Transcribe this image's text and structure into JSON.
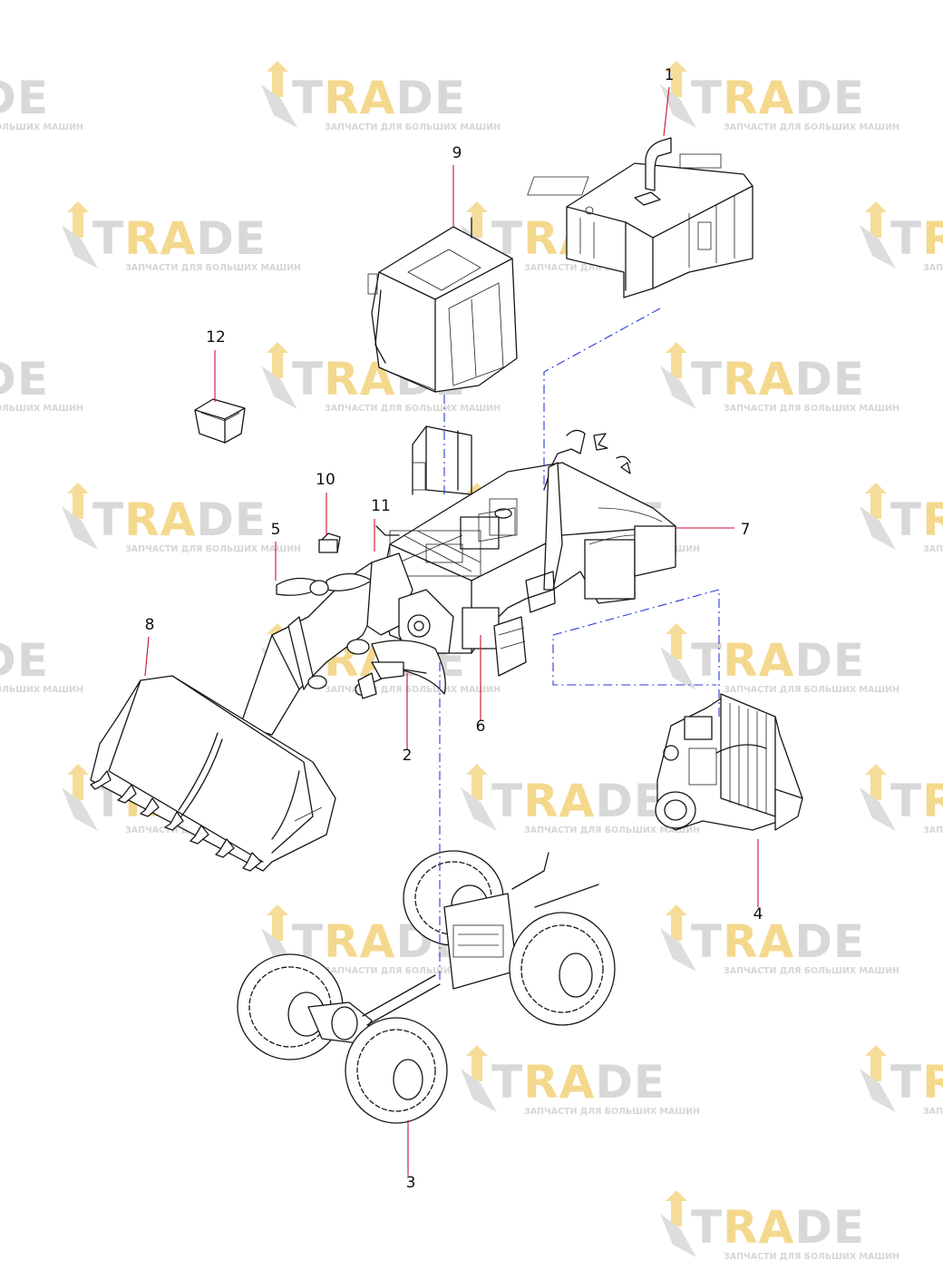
{
  "watermark": {
    "brand_pre": "T",
    "brand_accent": "RA",
    "brand_post": "DE",
    "tagline": "ЗАПЧАСТИ ДЛЯ БОЛЬШИХ МАШИН",
    "colors": {
      "gray": "#d2d2d2",
      "gold": "#f3d27a"
    }
  },
  "callouts": [
    {
      "id": "1",
      "label": "1"
    },
    {
      "id": "2",
      "label": "2"
    },
    {
      "id": "3",
      "label": "3"
    },
    {
      "id": "4",
      "label": "4"
    },
    {
      "id": "5",
      "label": "5"
    },
    {
      "id": "6",
      "label": "6"
    },
    {
      "id": "7",
      "label": "7"
    },
    {
      "id": "8",
      "label": "8"
    },
    {
      "id": "9",
      "label": "9"
    },
    {
      "id": "10",
      "label": "10"
    },
    {
      "id": "11",
      "label": "11"
    },
    {
      "id": "12",
      "label": "12"
    }
  ],
  "colors": {
    "leader": "#c8102e",
    "assembly_path": "#2a3bd6",
    "ink": "#161616"
  }
}
